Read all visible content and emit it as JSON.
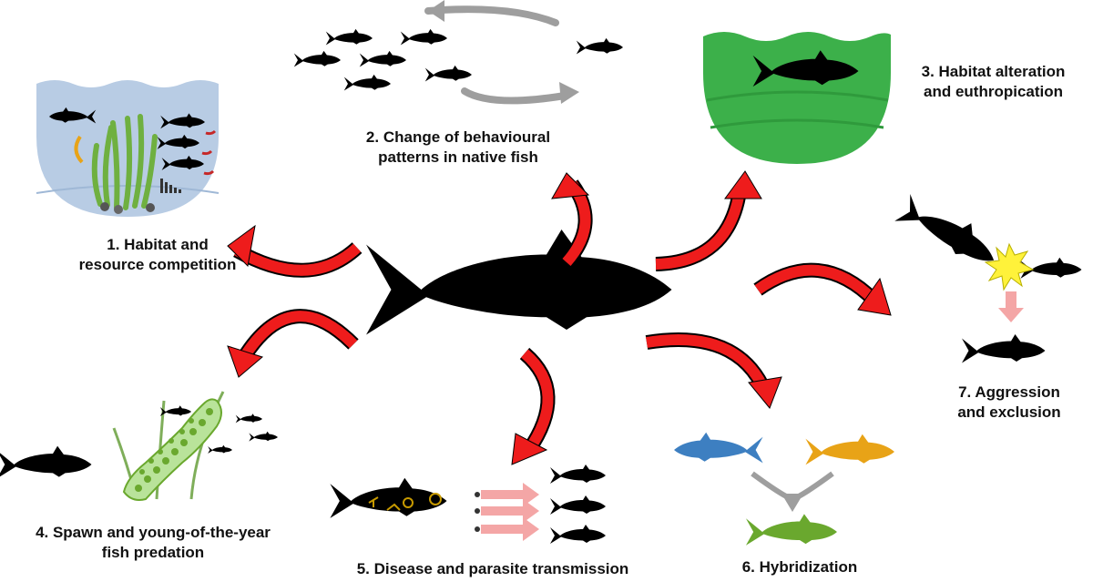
{
  "labels": {
    "l1": {
      "line1": "1. Habitat and",
      "line2": "resource competition"
    },
    "l2": {
      "line1": "2. Change of behavioural",
      "line2": "patterns in native fish"
    },
    "l3": {
      "line1": "3. Habitat alteration",
      "line2": "and euthropication"
    },
    "l4": {
      "line1": "4. Spawn and young-of-the-year",
      "line2": "fish predation"
    },
    "l5": {
      "line1": "5. Disease and parasite transmission"
    },
    "l6": {
      "line1": "6. Hybridization"
    },
    "l7": {
      "line1": "7. Aggression",
      "line2": "and exclusion"
    }
  },
  "colors": {
    "impact_arrow": "#ee1c1c",
    "fish": "#000000",
    "water_blue": "#b8cce4",
    "water_green": "#3cb04a",
    "vegetation": "#7fc04a",
    "hybrid_blue": "#3d7fc1",
    "hybrid_yellow": "#e8a317",
    "hybrid_green": "#6aa82e",
    "aggression_burst": "#fff23a",
    "transmission_arrow": "#f4a6a6",
    "gray_arrow": "#9e9e9e"
  }
}
